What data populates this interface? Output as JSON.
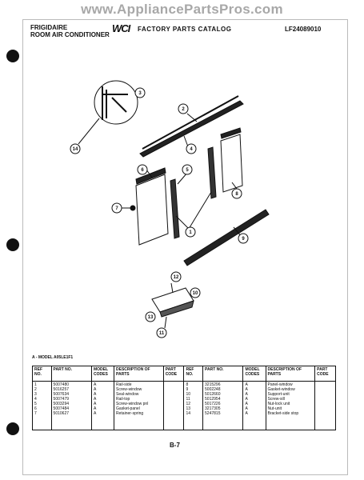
{
  "watermark": "www.AppliancePartsPros.com",
  "header": {
    "brand_line1": "FRIGIDAIRE",
    "brand_line2": "ROOM AIR CONDITIONER",
    "logo": "WCI",
    "catalog_title": "FACTORY PARTS CATALOG",
    "catalog_number": "LF24089010"
  },
  "diagram": {
    "callouts": [
      "3",
      "2",
      "4",
      "6",
      "5",
      "8",
      "7",
      "1",
      "9",
      "12",
      "10",
      "13",
      "11",
      "14"
    ]
  },
  "model_note": "A - MODEL A05LE1F1",
  "table": {
    "headers": [
      "REF NO.",
      "PART NO.",
      "MODEL CODES",
      "DESCRIPTION OF PARTS",
      "PART CODE",
      "REF NO.",
      "PART NO.",
      "MODEL CODES",
      "DESCRIPTION OF PARTS",
      "PART CODE"
    ],
    "left_ref": "1\n2\n3\n4\n5\n6\n7",
    "left_part": "5007480\n5016257\n5007634\n5007479\n5003294\n5007484\n5010627",
    "left_codes": "A\nA\nA\nA\nA\nA\nA",
    "left_desc": "Rail-side\nScrew-window\nSeal-window\nRail-top\nScrew-window pnl\nGasket-panel\nRetainer-spring",
    "right_ref": "8\n9\n10\n11\n12\n13\n14",
    "right_part": "3215296\n5002248\n5012660\n5012954\n5017226\n3217305\n5247815",
    "right_codes": "A\nA\nA\nA\nA\nA\nA",
    "right_desc": "Panel-window\nGasket-window\nSupport-unit\nScrew-sill\nNut-lock unit\nNut-unit\nBracket-side stop"
  },
  "page_number": "B-7"
}
